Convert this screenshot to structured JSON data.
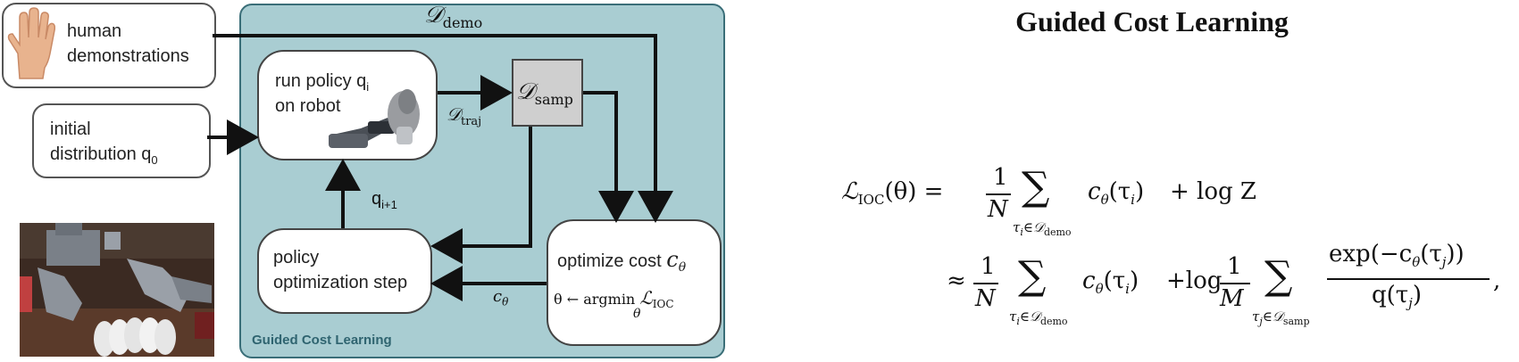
{
  "left": {
    "human_label_line1": "human",
    "human_label_line2": "demonstrations",
    "initial_label_line1": "initial",
    "initial_label_line2": "distribution q",
    "initial_label_sub": "0"
  },
  "panel": {
    "caption": "Guided Cost Learning",
    "d_demo_main": "𝒟",
    "d_demo_sub": "demo",
    "run_policy_line1": "run policy q",
    "run_policy_sub": "i",
    "run_policy_line2": "on robot",
    "d_traj_main": "𝒟",
    "d_traj_sub": "traj",
    "d_samp_main": "𝒟",
    "d_samp_sub": "samp",
    "q_next_main": "q",
    "q_next_sub": "i+1",
    "policy_opt_line1": "policy",
    "policy_opt_line2": "optimization step",
    "optimize_cost_label": "optimize cost",
    "c_theta": "c",
    "theta_sym": "θ",
    "argmin_lhs": "θ ← argmin",
    "argmin_under": "θ",
    "l_ioc_main": "ℒ",
    "l_ioc_sub": "IOC",
    "c_theta_edge": "c",
    "c_theta_edge_sub": "θ"
  },
  "formula": {
    "title": "Guided Cost Learning",
    "lhs": "ℒ",
    "lhs_sub": "IOC",
    "lhs_arg": "(θ) =",
    "one": "1",
    "N": "N",
    "term1": "c",
    "term1_sub": "θ",
    "term1_arg": "(τ",
    "i_sub": "i",
    "close": ")",
    "plus_log_z": "+ log Z",
    "sum_under1": "τ",
    "sum_under1_i": "i",
    "in_sym": "∈",
    "d_demo": "𝒟",
    "d_demo_sub": "demo",
    "approx": "≈",
    "plus_log": "+log",
    "M": "M",
    "sum_under_j": "j",
    "d_samp": "𝒟",
    "d_samp_sub": "samp",
    "numerator": "exp(−c",
    "numerator_sub": "θ",
    "numerator_end": "(τ",
    "j_sub": "j",
    "numerator_close": "))",
    "denominator": "q(τ",
    "denominator_close": ")",
    "comma": ","
  }
}
